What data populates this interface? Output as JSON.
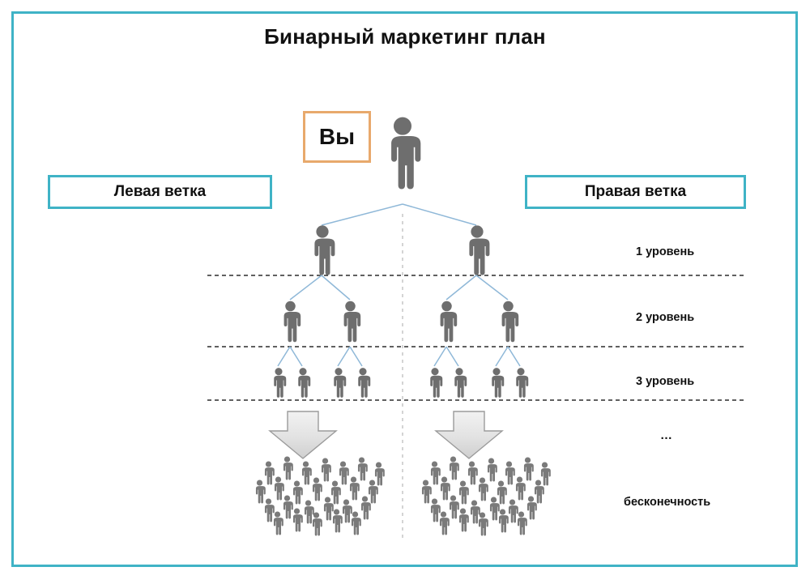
{
  "page": {
    "title": "Бинарный маркетинг план",
    "border_color": "#3FB3C6",
    "background": "#ffffff"
  },
  "root": {
    "you_label": "Вы",
    "you_box_border_color": "#E8A96C",
    "figure_color": "#6E6E6E"
  },
  "branches": {
    "left_label": "Левая ветка",
    "right_label": "Правая ветка",
    "box_border_color": "#3FB3C6",
    "divider_color": "#C9C9C9"
  },
  "levels": [
    {
      "id": "level-1",
      "label": "1 уровень",
      "nodes_per_branch": 1,
      "total_nodes": 2
    },
    {
      "id": "level-2",
      "label": "2 уровень",
      "nodes_per_branch": 2,
      "total_nodes": 4
    },
    {
      "id": "level-3",
      "label": "3 уровень",
      "nodes_per_branch": 4,
      "total_nodes": 8
    },
    {
      "id": "level-ellipsis",
      "label": "…",
      "nodes_per_branch": null,
      "total_nodes": null
    },
    {
      "id": "level-infinity",
      "label": "бесконечность",
      "nodes_per_branch": null,
      "total_nodes": null
    }
  ],
  "labels": {
    "level1": "1 уровень",
    "level2": "2 уровень",
    "level3": "3 уровень",
    "ellipsis": "…",
    "infinity": "бесконечность"
  },
  "colors": {
    "teal": "#3FB3C6",
    "orange": "#E8A96C",
    "figure_gray": "#6E6E6E",
    "crowd_gray": "#7A7A7A",
    "connector_blue": "#8FB8D8",
    "dashed_rule": "#2B2B2B",
    "arrow_fill": "#E4E4E4",
    "arrow_stroke": "#9B9B9B"
  },
  "chart_data": {
    "type": "diagram",
    "title": "Бинарный маркетинг план",
    "structure": "binary-tree",
    "root": "Вы",
    "branches": [
      "Левая ветка",
      "Правая ветка"
    ],
    "level_counts": [
      2,
      4,
      8
    ],
    "level_labels": [
      "1 уровень",
      "2 уровень",
      "3 уровень",
      "…",
      "бесконечность"
    ]
  }
}
